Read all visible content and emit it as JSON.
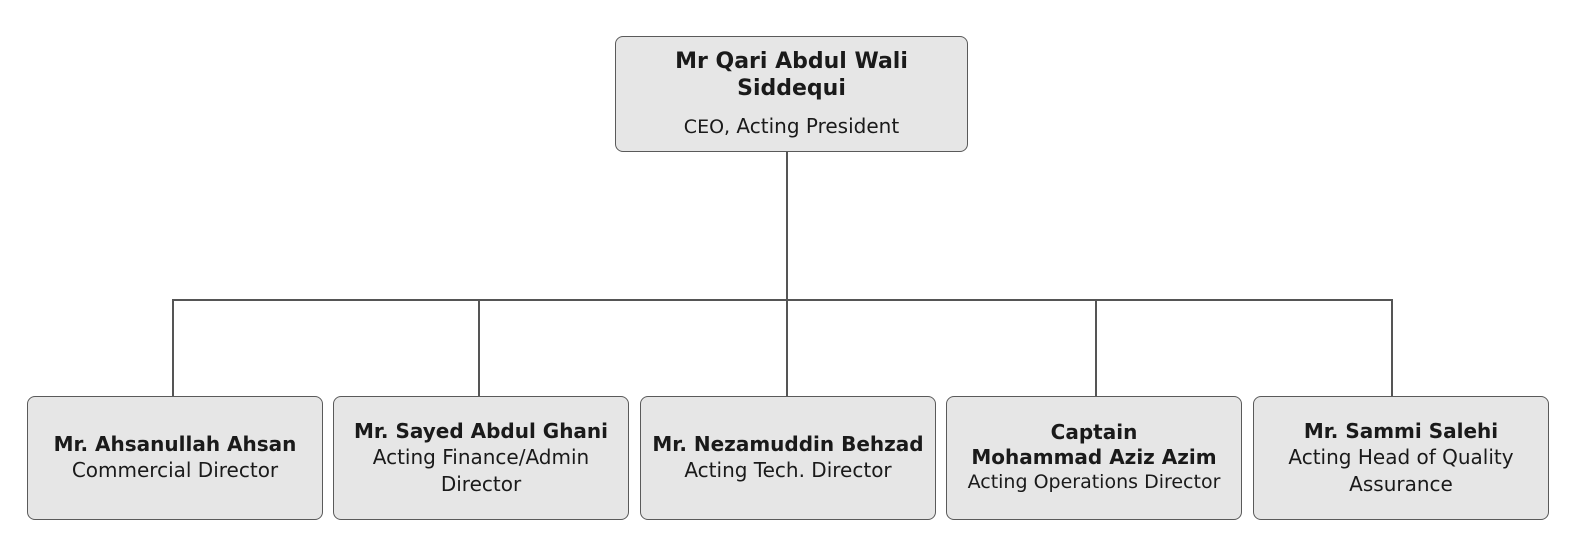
{
  "root": {
    "name": "Mr Qari Abdul Wali Siddequi",
    "role_prefix": "CEO,",
    "role_rest": " Acting President"
  },
  "children": [
    {
      "name": "Mr. Ahsanullah Ahsan",
      "role": "Commercial Director"
    },
    {
      "name": "Mr. Sayed Abdul Ghani",
      "role": "Acting Finance/Admin Director"
    },
    {
      "name": "Mr. Nezamuddin Behzad",
      "role": "Acting Tech. Director"
    },
    {
      "name_line1": "Captain",
      "name_line2": "Mohammad Aziz Azim",
      "role": "Acting Operations Director"
    },
    {
      "name": "Mr. Sammi Salehi",
      "role": "Acting Head of Quality Assurance"
    }
  ]
}
